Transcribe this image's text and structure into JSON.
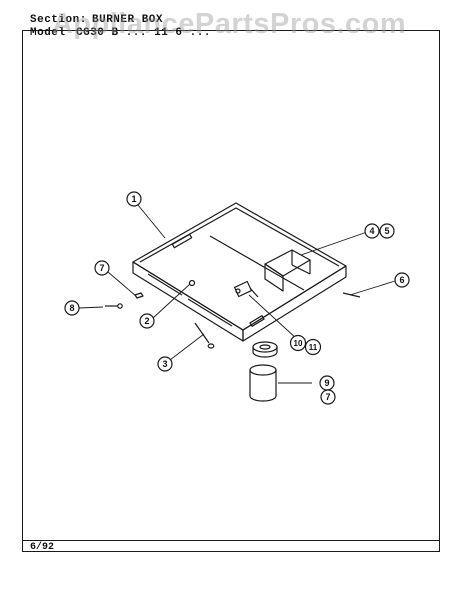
{
  "watermark": "AppliancePartsPros.com",
  "header": {
    "section_label": "Section:",
    "section_value": "BURNER BOX",
    "model_label": "Model",
    "model_value": "CG30 B ... 11 6 ..."
  },
  "footer": {
    "page_code": "6/92"
  },
  "callouts": {
    "c1": "1",
    "c2": "2",
    "c3": "3",
    "c4": "4",
    "c5": "5",
    "c6": "6",
    "c7a": "7",
    "c7b": "7",
    "c8": "8",
    "c9": "9",
    "c10": "10",
    "c11": "11"
  }
}
